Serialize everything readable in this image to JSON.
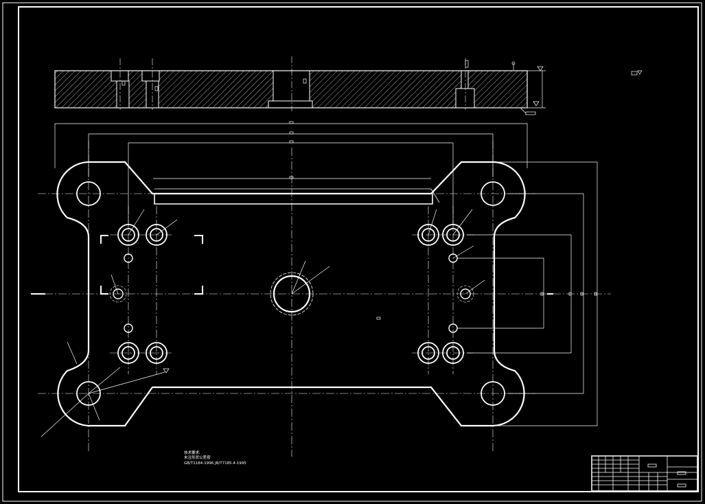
{
  "colors": {
    "background": "#000000",
    "line": "#ffffff",
    "hatch": "#d8d8d8"
  },
  "notes": {
    "heading": "技术要求:",
    "line1": "未注形状公差按",
    "line2": "GB/T1184-1996  JB/T7185.4-1995"
  }
}
